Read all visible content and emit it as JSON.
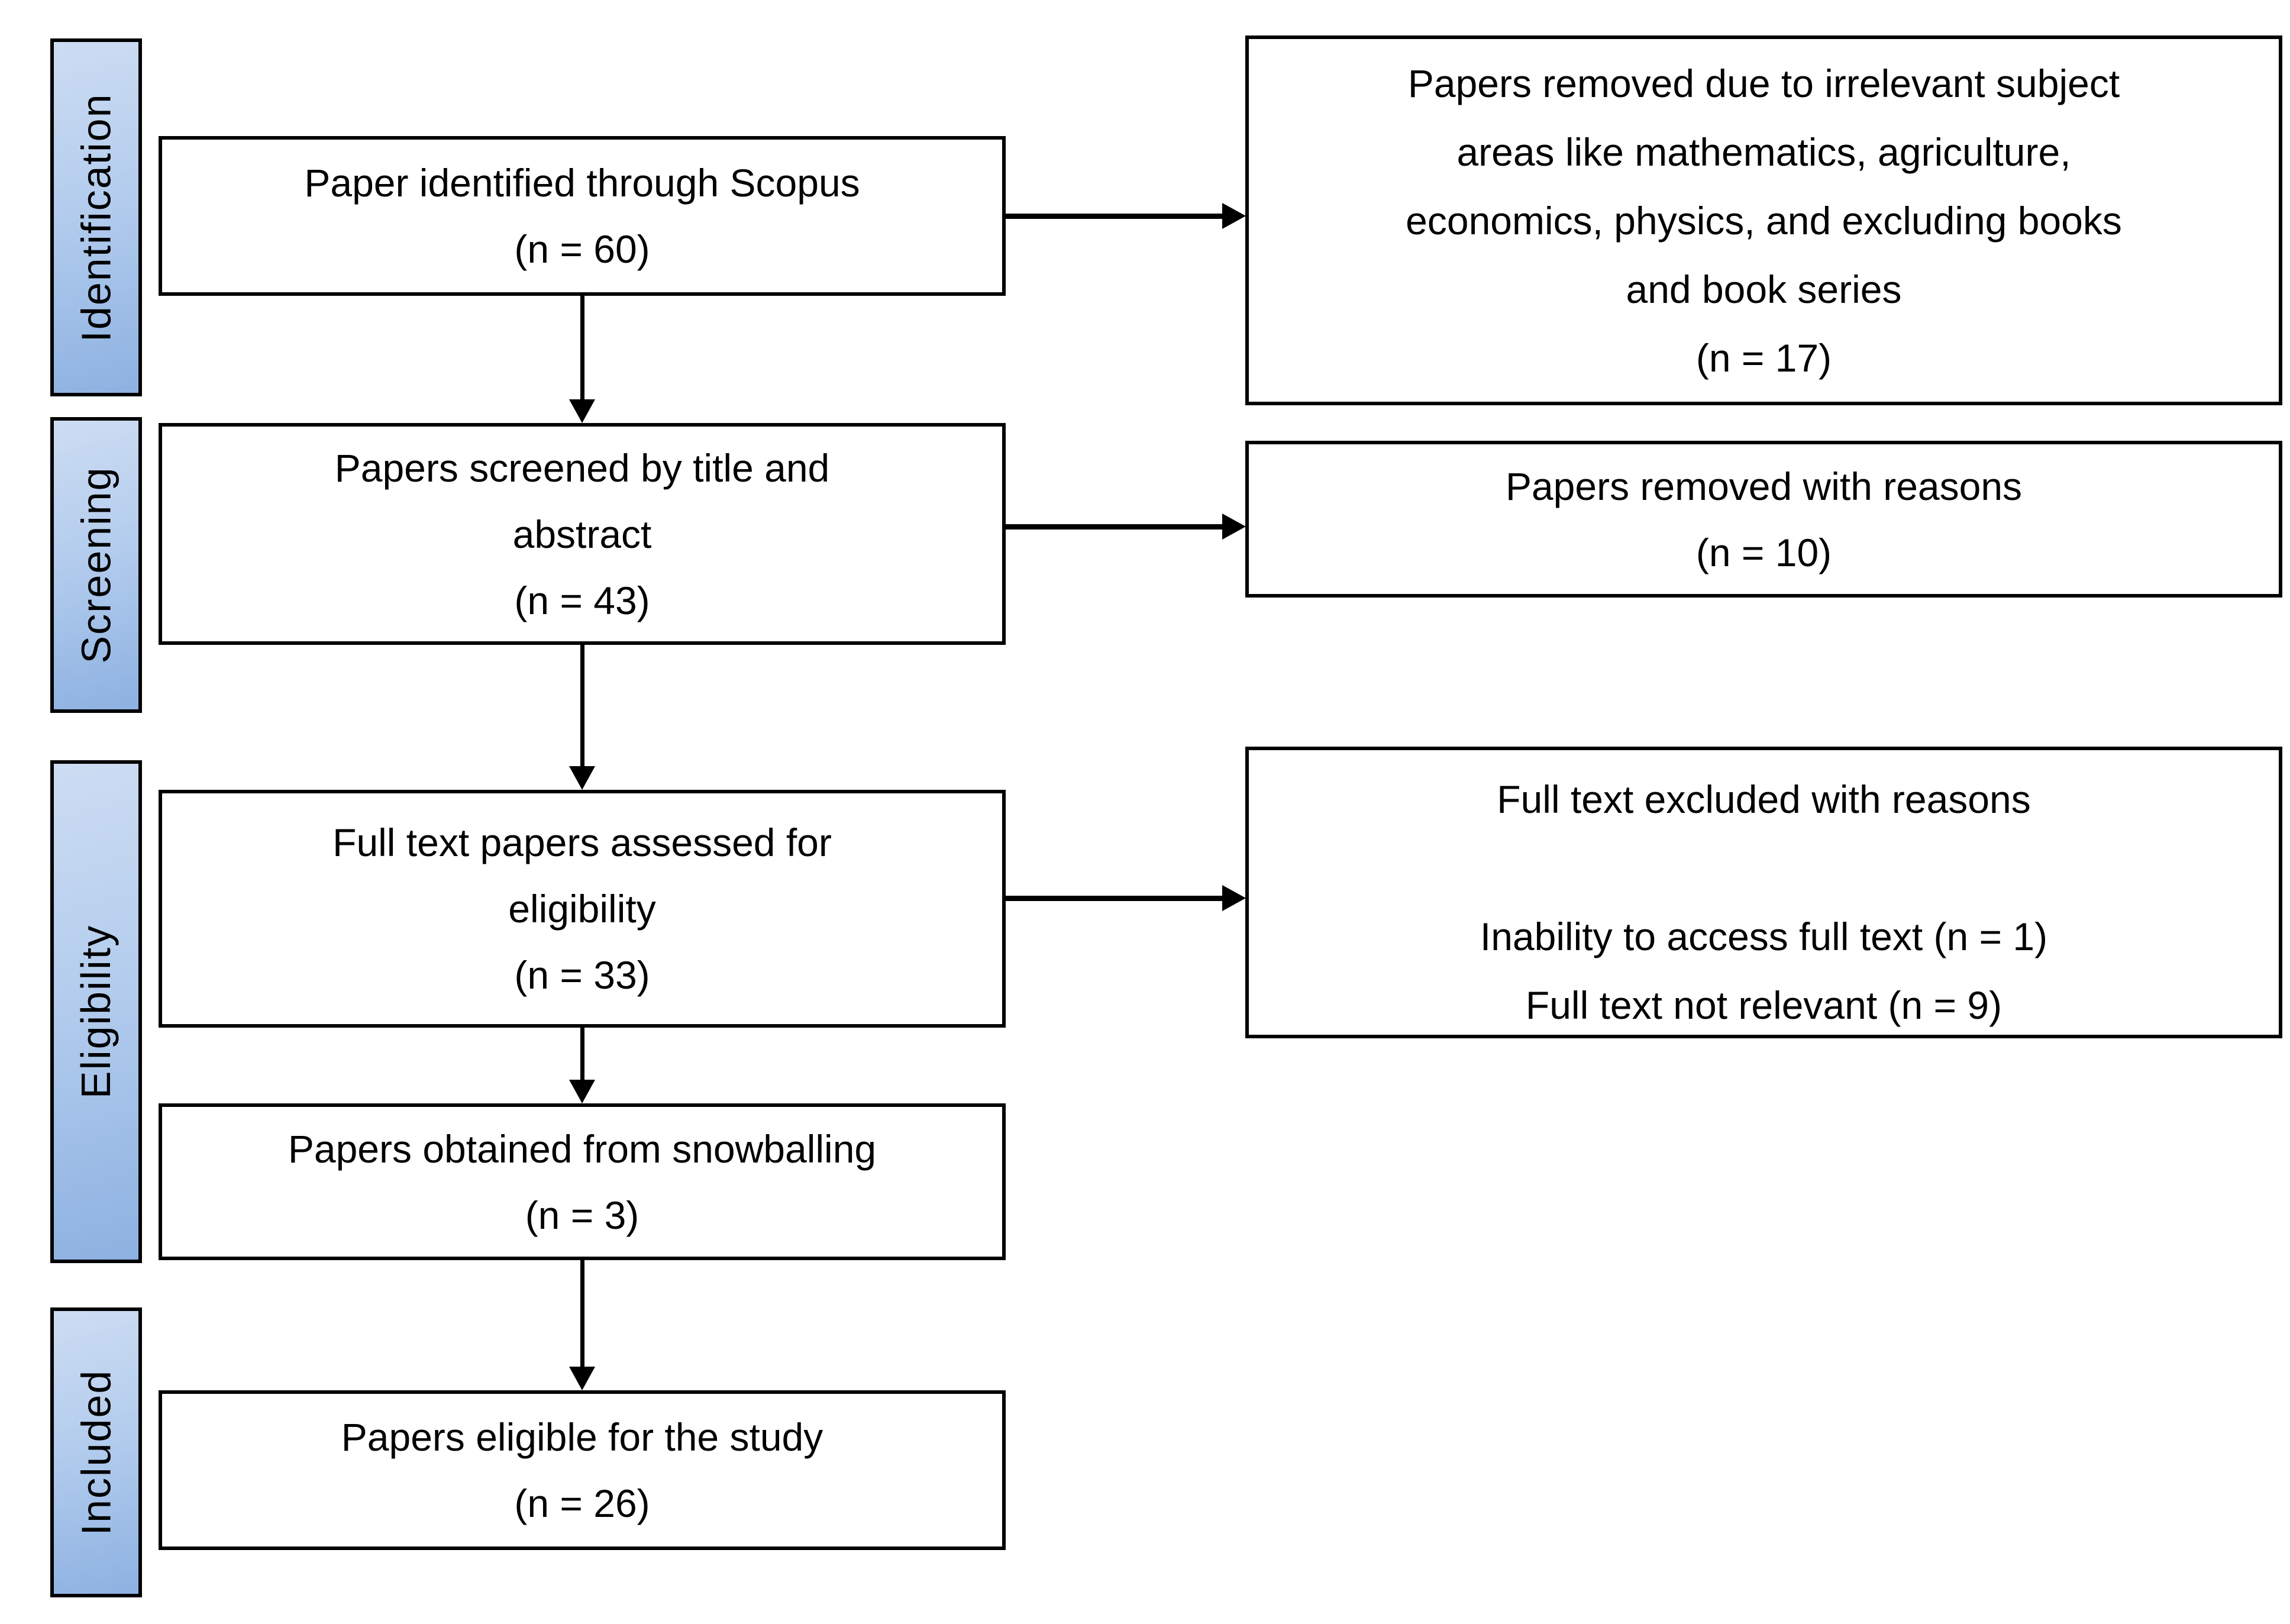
{
  "figure": {
    "type": "prisma_flow_diagram",
    "stages": [
      {
        "label": "Identification"
      },
      {
        "label": "Screening"
      },
      {
        "label": "Eligibility"
      },
      {
        "label": "Included"
      }
    ],
    "main_flow": [
      {
        "lines": [
          "Paper identified through Scopus",
          "(n = 60)"
        ]
      },
      {
        "lines": [
          "Papers screened by title and",
          "abstract",
          "(n = 43)"
        ]
      },
      {
        "lines": [
          "Full text papers assessed for",
          "eligibility",
          "(n = 33)"
        ]
      },
      {
        "lines": [
          "Papers obtained from snowballing",
          "(n = 3)"
        ]
      },
      {
        "lines": [
          "Papers eligible for the study",
          "(n = 26)"
        ]
      }
    ],
    "exclusion_flow": [
      {
        "lines": [
          "Papers removed due to irrelevant subject",
          "areas like mathematics, agriculture,",
          "economics, physics, and excluding books",
          "and book series",
          "(n = 17)"
        ]
      },
      {
        "lines": [
          "Papers removed with reasons",
          "(n = 10)"
        ]
      },
      {
        "lines": [
          "Full text excluded with reasons",
          "",
          "Inability to access full text (n = 1)",
          "Full text not relevant (n = 9)"
        ]
      }
    ],
    "colors": {
      "stage_gradient_start": "#cddcf2",
      "stage_gradient_end": "#8db1e1",
      "border": "#000000",
      "arrow": "#000000",
      "box_fill": "#ffffff",
      "background": "#ffffff"
    }
  }
}
